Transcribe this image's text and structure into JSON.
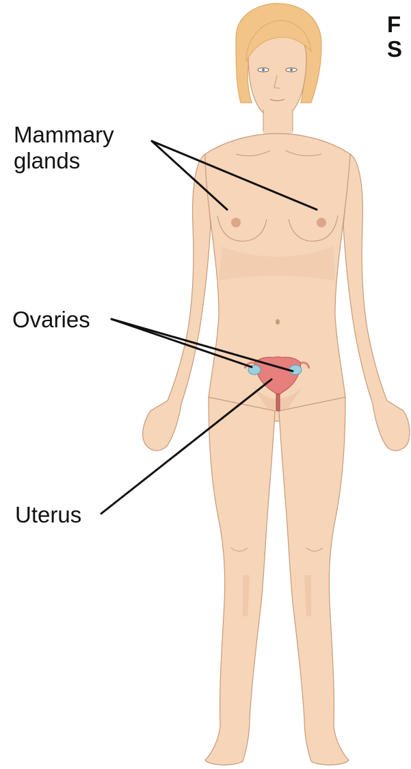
{
  "title_fragment": [
    "F",
    "S"
  ],
  "labels": {
    "mammary": "Mammary\nglands",
    "ovaries": "Ovaries",
    "uterus": "Uterus"
  },
  "colors": {
    "skin": "#f6d5b8",
    "skin_shadow": "#ecc0a0",
    "hair": "#f2c488",
    "hair_shadow": "#e1a866",
    "areola": "#d79a80",
    "uterus": "#e77f7c",
    "ovary": "#9dd0df",
    "outline": "#c79a7a",
    "leader": "#111111"
  }
}
